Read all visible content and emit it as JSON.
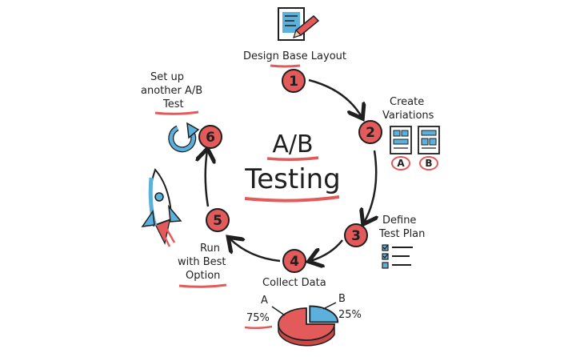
{
  "center": {
    "line1": "A/B",
    "line2": "Testing"
  },
  "steps": [
    {
      "number": "1",
      "label": "Design Base Layout"
    },
    {
      "number": "2",
      "label_line1": "Create",
      "label_line2": "Variations"
    },
    {
      "number": "3",
      "label_line1": "Define",
      "label_line2": "Test Plan"
    },
    {
      "number": "4",
      "label": "Collect Data"
    },
    {
      "number": "5",
      "label_line1": "Run",
      "label_line2": "with Best",
      "label_line3": "Option"
    },
    {
      "number": "6",
      "label_line1": "Set up",
      "label_line2": "another A/B",
      "label_line3": "Test"
    }
  ],
  "variants": {
    "a": "A",
    "b": "B"
  },
  "pie": {
    "a_label": "A",
    "a_value": "75%",
    "b_label": "B",
    "b_value": "25%",
    "a_share": 75,
    "b_share": 25
  },
  "colors": {
    "accent": "#e35a5a",
    "blue": "#5bb0dc",
    "ink": "#1f1f1f",
    "grey": "#c8c8c8"
  }
}
